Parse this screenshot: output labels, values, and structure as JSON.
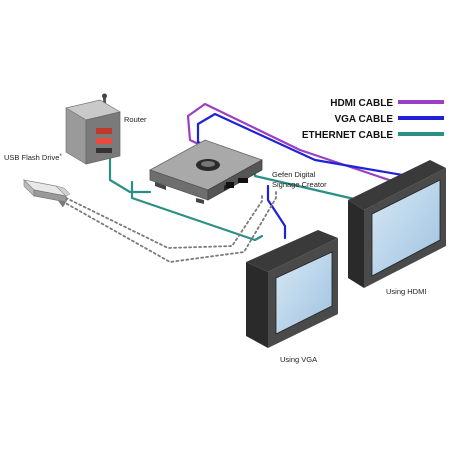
{
  "legend": [
    {
      "label": "HDMI CABLE",
      "color": "#9b3fc4"
    },
    {
      "label": "VGA CABLE",
      "color": "#1f22d6"
    },
    {
      "label": "ETHERNET CABLE",
      "color": "#2b8f86"
    }
  ],
  "labels": {
    "router": "Router",
    "usb_line1": "USB Flash Drive",
    "usb_star": "*",
    "device_line1": "Gefen Digital",
    "device_line2": "Signage Creator",
    "monitor_vga": "Using VGA",
    "monitor_hdmi": "Using HDMI"
  },
  "colors": {
    "hdmi": "#9b3fc4",
    "vga": "#1f22d6",
    "ethernet": "#2b8f86",
    "dotted": "#7a7a7a",
    "device_body": "#8c8c8c",
    "screen": "#b6d3ea"
  },
  "icons": [
    "router-icon",
    "usb-flash-drive-icon",
    "signage-creator-icon",
    "monitor-icon"
  ]
}
